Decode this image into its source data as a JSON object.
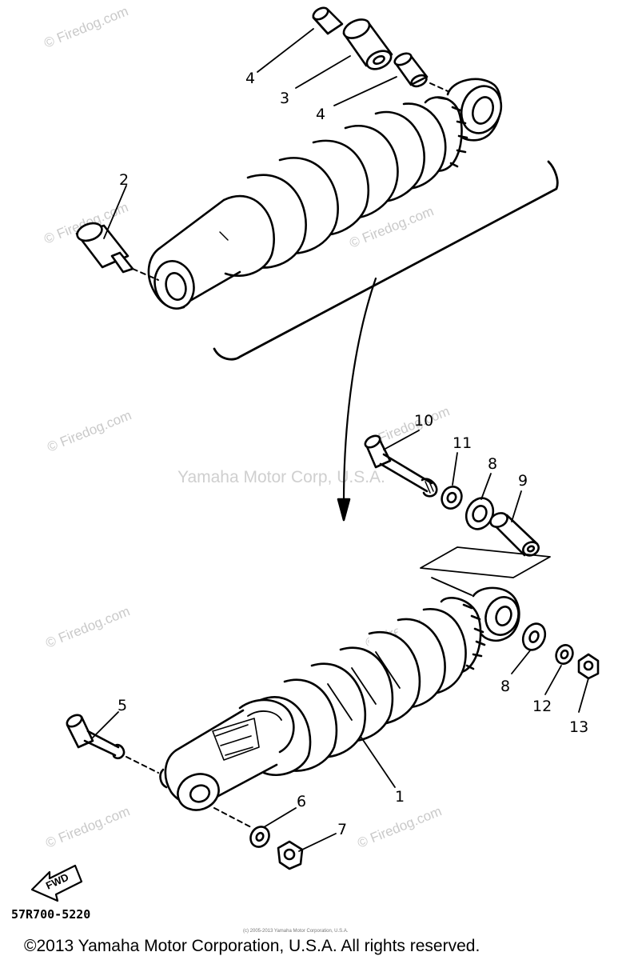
{
  "diagram": {
    "callouts": {
      "c1": "1",
      "c2": "2",
      "c3": "3",
      "c4a": "4",
      "c4b": "4",
      "c5": "5",
      "c6": "6",
      "c7": "7",
      "c8a": "8",
      "c8b": "8",
      "c9": "9",
      "c10": "10",
      "c11": "11",
      "c12": "12",
      "c13": "13"
    },
    "watermark": "© Firedog.com",
    "center_watermark": "Yamaha Motor Corp, U.S.A.",
    "tiny_notice": "(c) 2005-2013 Yamaha Motor Corporation, U.S.A.",
    "fwd_label": "FWD",
    "part_code": "57R700-5220",
    "copyright": "©2013 Yamaha Motor Corporation, U.S.A. All rights reserved."
  }
}
